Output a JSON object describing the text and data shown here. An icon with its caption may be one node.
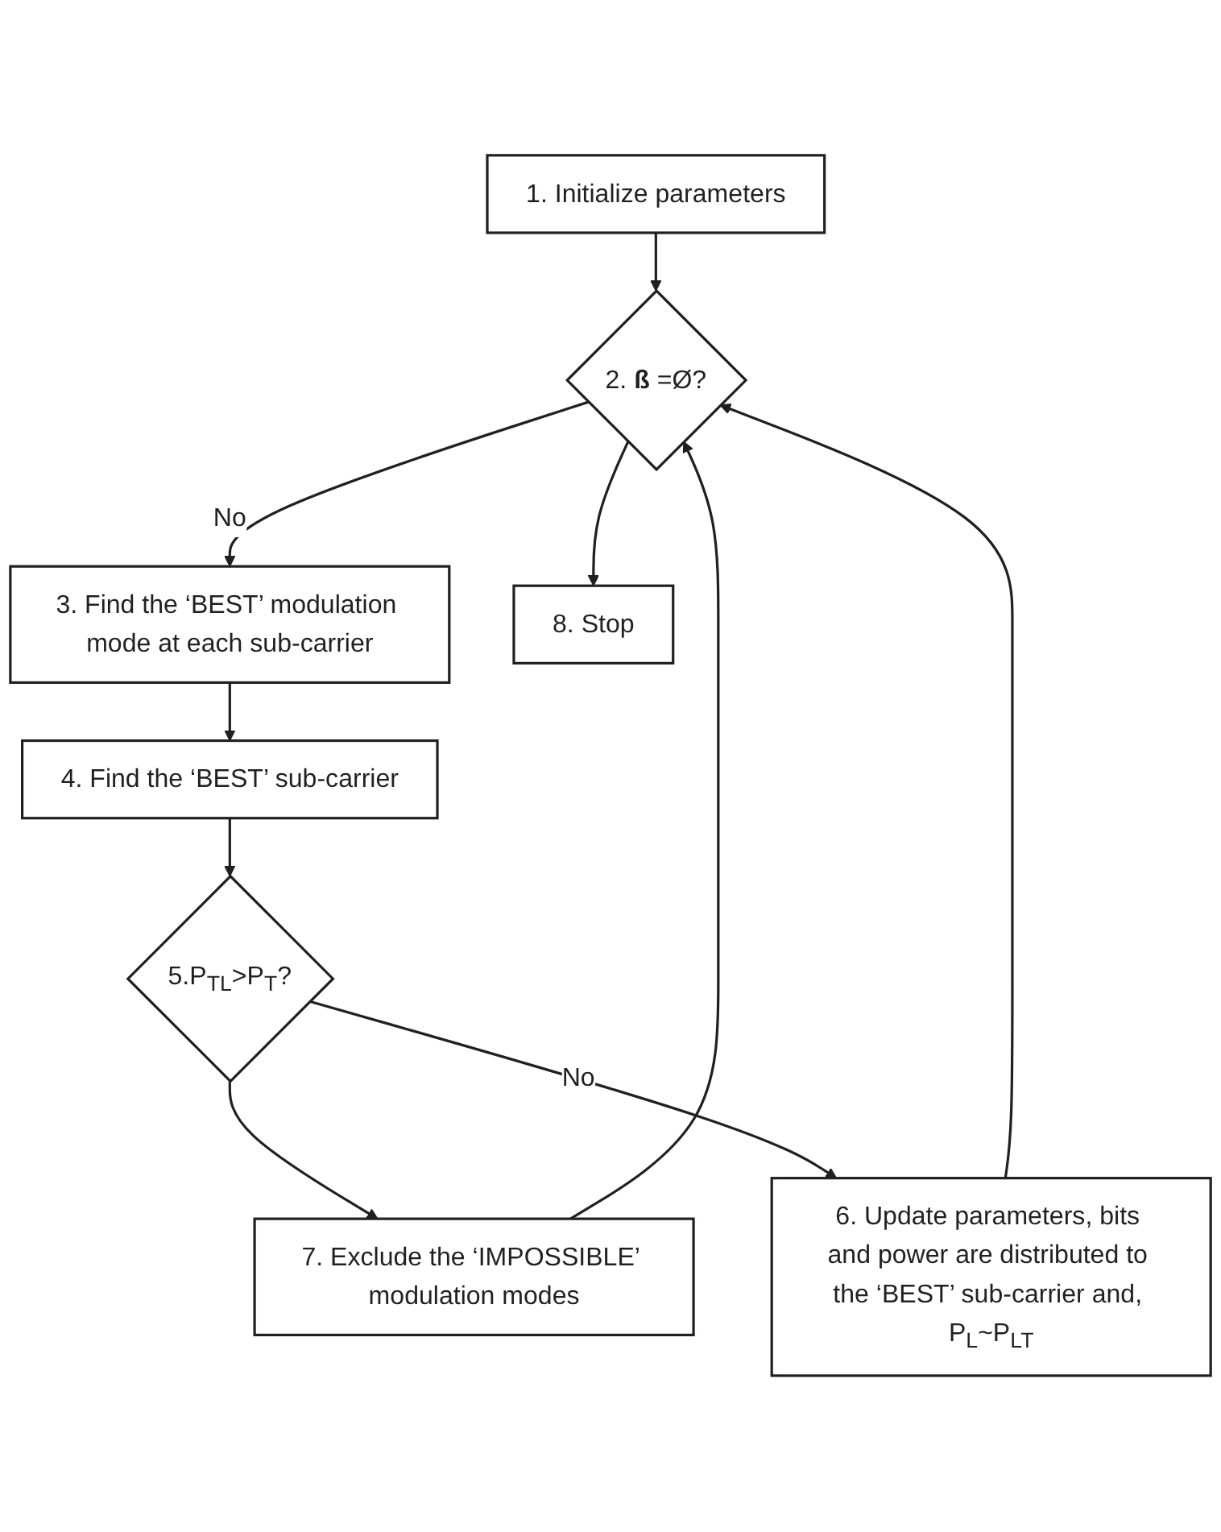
{
  "diagram": {
    "nodes": [
      {
        "text": [
          "1. Initialize parameters"
        ]
      },
      {
        "text": [
          "2. **ß** =Ø?"
        ]
      },
      {
        "text": [
          "3. Find the ‘BEST’ modulation mode at each sub-carrier"
        ]
      },
      {
        "text": [
          "4. Find the ‘BEST’ sub-carrier"
        ]
      },
      {
        "text": [
          "5.P$_{TL}$>P$_{T}$?"
        ]
      },
      {
        "text": [
          "6. Update parameters, bits and power are distributed to the ‘BEST’ sub-carrier and, P$_{L}$~P$_{LT}$"
        ]
      },
      {
        "text": [
          "7. Exclude the ‘IMPOSSIBLE’ modulation modes"
        ]
      },
      {
        "text": [
          "8. Stop"
        ]
      }
    ],
    "edges": [
      {
        "from": 0,
        "to": 1,
        "arrow": "to"
      },
      {
        "from": 1,
        "to": 7,
        "arrow": "to"
      },
      {
        "from": 1,
        "to": 2,
        "arrow": "to",
        "label": "No"
      },
      {
        "from": 2,
        "to": 3,
        "arrow": "to"
      },
      {
        "from": 3,
        "to": 4,
        "arrow": "to"
      },
      {
        "from": 4,
        "to": 6,
        "arrow": "to"
      },
      {
        "from": 4,
        "to": 5,
        "arrow": "to",
        "label": "No"
      },
      {
        "from": 6,
        "to": 1,
        "arrow": "to"
      },
      {
        "from": 5,
        "to": 1,
        "arrow": "to"
      }
    ]
  }
}
